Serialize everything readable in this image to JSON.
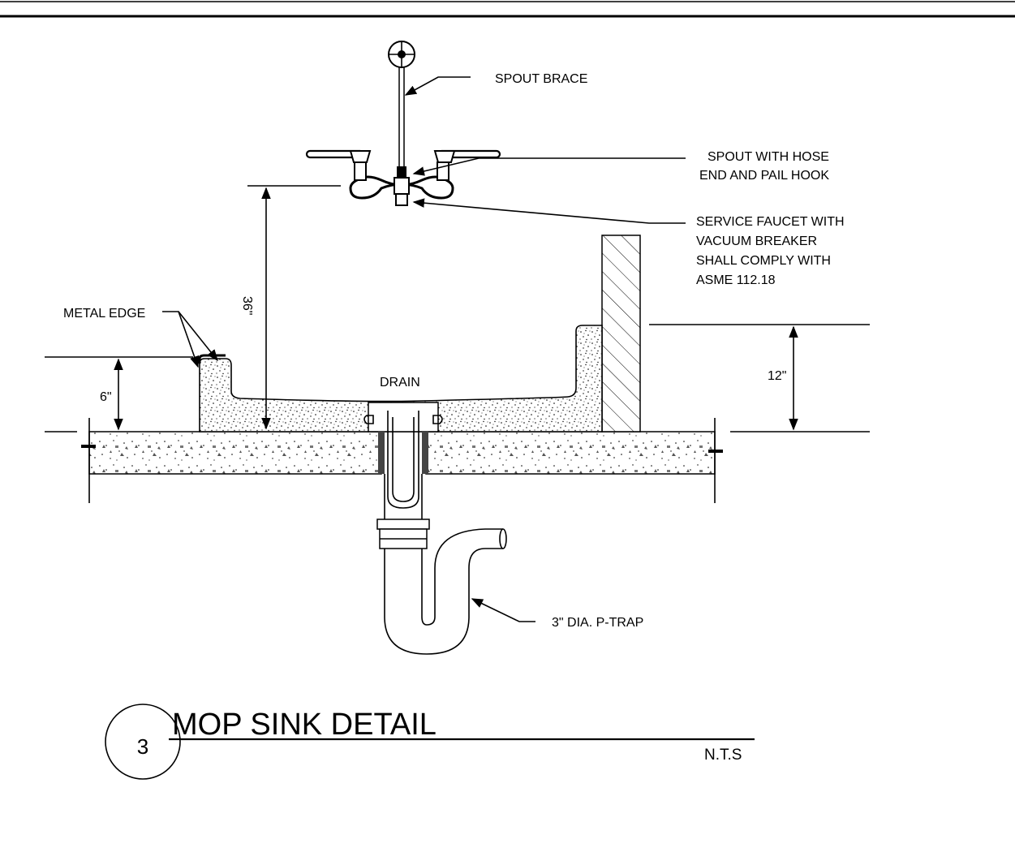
{
  "labels": {
    "spout_brace": "SPOUT BRACE",
    "spout_hose": [
      "SPOUT WITH HOSE",
      "END AND PAIL HOOK"
    ],
    "service_faucet": [
      "SERVICE FAUCET WITH",
      "VACUUM BREAKER",
      "SHALL COMPLY WITH",
      "ASME 112.18"
    ],
    "metal_edge": "METAL EDGE",
    "drain": "DRAIN",
    "p_trap": "3\" DIA. P-TRAP",
    "dim_36": "36\"",
    "dim_6": "6\"",
    "dim_12": "12\""
  },
  "title": {
    "number": "3",
    "text": "MOP SINK DETAIL",
    "scale": "N.T.S"
  }
}
